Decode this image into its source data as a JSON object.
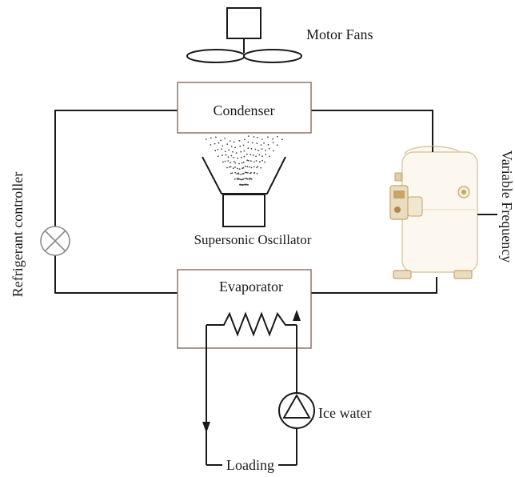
{
  "labels": {
    "motor_fans": "Motor Fans",
    "condenser": "Condenser",
    "supersonic_oscillator": "Supersonic Oscillator",
    "evaporator": "Evaporator",
    "ice_water": "Ice water",
    "loading": "Loading",
    "refrigerant_controller": "Refrigerant controller",
    "variable_frequency": "Variable Frequency"
  },
  "colors": {
    "line": "#1a1a1a",
    "box_border": "#8a6a5a",
    "compressor_fill": "#fdf8ef",
    "compressor_border": "#d9c7a7",
    "compressor_accent": "#c8a36a"
  },
  "icons": {
    "fan": "fan-icon",
    "pump": "pump-icon",
    "valve": "expansion-valve-icon",
    "compressor": "compressor-icon"
  }
}
